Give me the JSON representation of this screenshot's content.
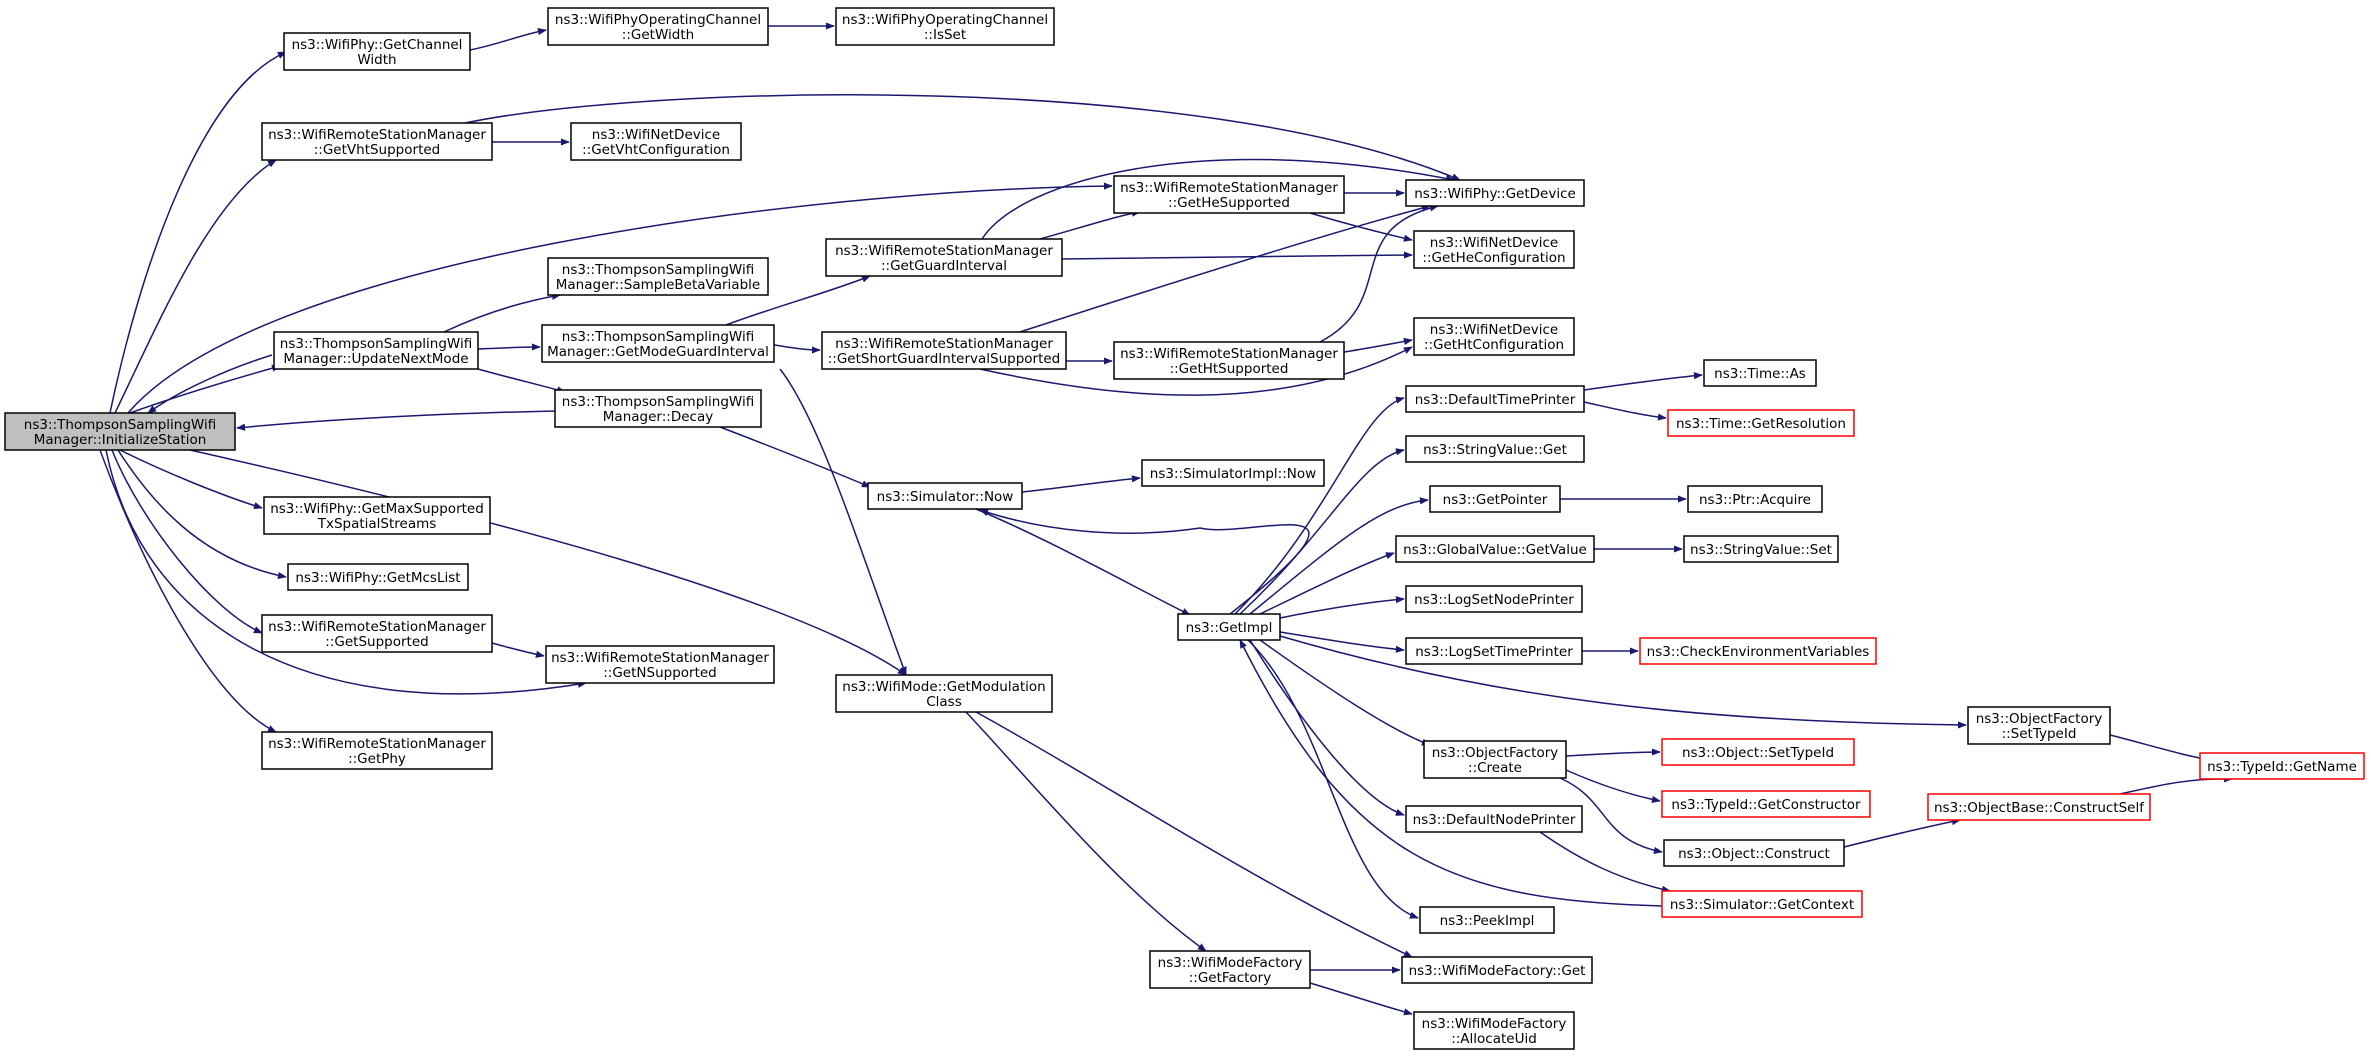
{
  "title": "",
  "colors": {
    "edge": "#191970",
    "root_fill": "#bfbfbf",
    "node_border": "#000000",
    "truncated_border": "#ff0000",
    "background": "#ffffff"
  },
  "nodes": {
    "init": {
      "lines": [
        "ns3::ThompsonSamplingWifi",
        "Manager::InitializeStation"
      ],
      "style": "root"
    },
    "getChannelWidth": {
      "lines": [
        "ns3::WifiPhy::GetChannel",
        "Width"
      ],
      "style": "normal"
    },
    "opGetWidth": {
      "lines": [
        "ns3::WifiPhyOperatingChannel",
        "::GetWidth"
      ],
      "style": "normal"
    },
    "opIsSet": {
      "lines": [
        "ns3::WifiPhyOperatingChannel",
        "::IsSet"
      ],
      "style": "normal"
    },
    "getVhtSupported": {
      "lines": [
        "ns3::WifiRemoteStationManager",
        "::GetVhtSupported"
      ],
      "style": "normal"
    },
    "getVhtConfig": {
      "lines": [
        "ns3::WifiNetDevice",
        "::GetVhtConfiguration"
      ],
      "style": "normal"
    },
    "getHeSupported": {
      "lines": [
        "ns3::WifiRemoteStationManager",
        "::GetHeSupported"
      ],
      "style": "normal"
    },
    "getDevice": {
      "lines": [
        "ns3::WifiPhy::GetDevice"
      ],
      "style": "normal"
    },
    "getHeConfig": {
      "lines": [
        "ns3::WifiNetDevice",
        "::GetHeConfiguration"
      ],
      "style": "normal"
    },
    "getGuardInterval": {
      "lines": [
        "ns3::WifiRemoteStationManager",
        "::GetGuardInterval"
      ],
      "style": "normal"
    },
    "sampleBeta": {
      "lines": [
        "ns3::ThompsonSamplingWifi",
        "Manager::SampleBetaVariable"
      ],
      "style": "normal"
    },
    "updateNextMode": {
      "lines": [
        "ns3::ThompsonSamplingWifi",
        "Manager::UpdateNextMode"
      ],
      "style": "normal"
    },
    "getModeGI": {
      "lines": [
        "ns3::ThompsonSamplingWifi",
        "Manager::GetModeGuardInterval"
      ],
      "style": "normal"
    },
    "getShortGI": {
      "lines": [
        "ns3::WifiRemoteStationManager",
        "::GetShortGuardIntervalSupported"
      ],
      "style": "normal"
    },
    "getHtSupported": {
      "lines": [
        "ns3::WifiRemoteStationManager",
        "::GetHtSupported"
      ],
      "style": "normal"
    },
    "getHtConfig": {
      "lines": [
        "ns3::WifiNetDevice",
        "::GetHtConfiguration"
      ],
      "style": "normal"
    },
    "decay": {
      "lines": [
        "ns3::ThompsonSamplingWifi",
        "Manager::Decay"
      ],
      "style": "normal"
    },
    "defaultTimePrinter": {
      "lines": [
        "ns3::DefaultTimePrinter"
      ],
      "style": "normal"
    },
    "timeAs": {
      "lines": [
        "ns3::Time::As"
      ],
      "style": "normal"
    },
    "timeGetResolution": {
      "lines": [
        "ns3::Time::GetResolution"
      ],
      "style": "truncated"
    },
    "stringValueGet": {
      "lines": [
        "ns3::StringValue::Get"
      ],
      "style": "normal"
    },
    "simulatorNow": {
      "lines": [
        "ns3::Simulator::Now"
      ],
      "style": "normal"
    },
    "simulatorImplNow": {
      "lines": [
        "ns3::SimulatorImpl::Now"
      ],
      "style": "normal"
    },
    "getPointer": {
      "lines": [
        "ns3::GetPointer"
      ],
      "style": "normal"
    },
    "ptrAcquire": {
      "lines": [
        "ns3::Ptr::Acquire"
      ],
      "style": "normal"
    },
    "getMaxSS": {
      "lines": [
        "ns3::WifiPhy::GetMaxSupported",
        "TxSpatialStreams"
      ],
      "style": "normal"
    },
    "globalValueGetValue": {
      "lines": [
        "ns3::GlobalValue::GetValue"
      ],
      "style": "normal"
    },
    "stringValueSet": {
      "lines": [
        "ns3::StringValue::Set"
      ],
      "style": "normal"
    },
    "getMcsList": {
      "lines": [
        "ns3::WifiPhy::GetMcsList"
      ],
      "style": "normal"
    },
    "getImpl": {
      "lines": [
        "ns3::GetImpl"
      ],
      "style": "normal"
    },
    "logSetNodePrinter": {
      "lines": [
        "ns3::LogSetNodePrinter"
      ],
      "style": "normal"
    },
    "getSupported": {
      "lines": [
        "ns3::WifiRemoteStationManager",
        "::GetSupported"
      ],
      "style": "normal"
    },
    "logSetTimePrinter": {
      "lines": [
        "ns3::LogSetTimePrinter"
      ],
      "style": "normal"
    },
    "checkEnv": {
      "lines": [
        "ns3::CheckEnvironmentVariables"
      ],
      "style": "truncated"
    },
    "getNSupported": {
      "lines": [
        "ns3::WifiRemoteStationManager",
        "::GetNSupported"
      ],
      "style": "normal"
    },
    "getModClass": {
      "lines": [
        "ns3::WifiMode::GetModulation",
        "Class"
      ],
      "style": "normal"
    },
    "ofSetTypeId": {
      "lines": [
        "ns3::ObjectFactory",
        "::SetTypeId"
      ],
      "style": "normal"
    },
    "getPhy": {
      "lines": [
        "ns3::WifiRemoteStationManager",
        "::GetPhy"
      ],
      "style": "normal"
    },
    "ofCreate": {
      "lines": [
        "ns3::ObjectFactory",
        "::Create"
      ],
      "style": "normal"
    },
    "objSetTypeId": {
      "lines": [
        "ns3::Object::SetTypeId"
      ],
      "style": "truncated"
    },
    "typeIdGetName": {
      "lines": [
        "ns3::TypeId::GetName"
      ],
      "style": "truncated"
    },
    "typeIdGetCtor": {
      "lines": [
        "ns3::TypeId::GetConstructor"
      ],
      "style": "truncated"
    },
    "objBaseConstructSelf": {
      "lines": [
        "ns3::ObjectBase::ConstructSelf"
      ],
      "style": "truncated"
    },
    "defaultNodePrinter": {
      "lines": [
        "ns3::DefaultNodePrinter"
      ],
      "style": "normal"
    },
    "objConstruct": {
      "lines": [
        "ns3::Object::Construct"
      ],
      "style": "normal"
    },
    "simGetContext": {
      "lines": [
        "ns3::Simulator::GetContext"
      ],
      "style": "truncated"
    },
    "peekImpl": {
      "lines": [
        "ns3::PeekImpl"
      ],
      "style": "normal"
    },
    "wmfGetFactory": {
      "lines": [
        "ns3::WifiModeFactory",
        "::GetFactory"
      ],
      "style": "normal"
    },
    "wmfGet": {
      "lines": [
        "ns3::WifiModeFactory::Get"
      ],
      "style": "normal"
    },
    "wmfAllocateUid": {
      "lines": [
        "ns3::WifiModeFactory",
        "::AllocateUid"
      ],
      "style": "normal"
    }
  }
}
